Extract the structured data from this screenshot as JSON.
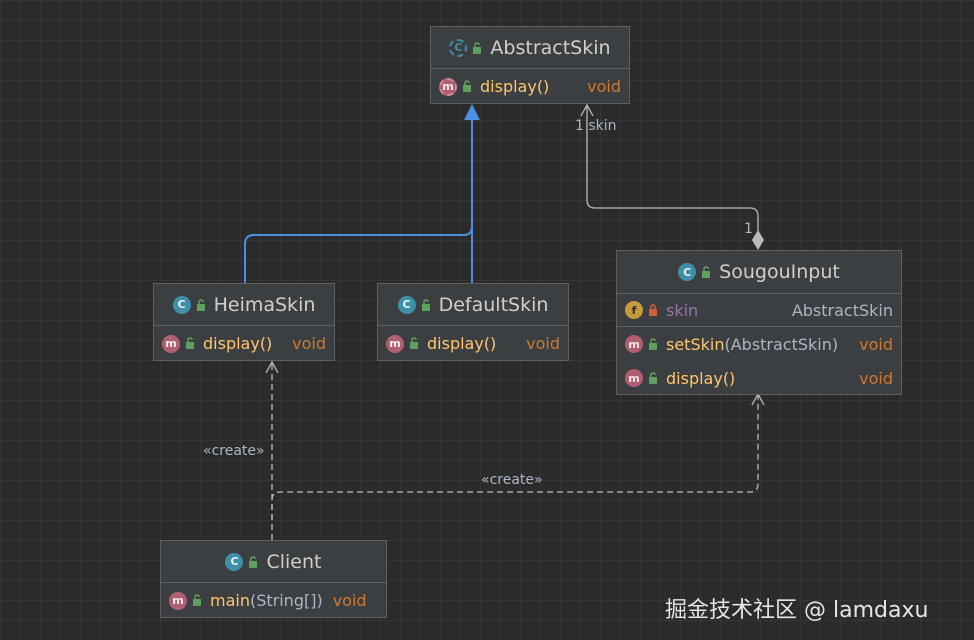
{
  "classes": {
    "abstract_skin": {
      "name": "AbstractSkin",
      "members": [
        {
          "name": "display()",
          "type": "void"
        }
      ]
    },
    "heima_skin": {
      "name": "HeimaSkin",
      "members": [
        {
          "name": "display()",
          "type": "void"
        }
      ]
    },
    "default_skin": {
      "name": "DefaultSkin",
      "members": [
        {
          "name": "display()",
          "type": "void"
        }
      ]
    },
    "sougou_input": {
      "name": "SougouInput",
      "field": {
        "name": "skin",
        "type": "AbstractSkin"
      },
      "members": [
        {
          "name": "setSkin",
          "params": "(AbstractSkin)",
          "type": "void"
        },
        {
          "name": "display()",
          "type": "void"
        }
      ]
    },
    "client": {
      "name": "Client",
      "members": [
        {
          "name": "main",
          "params": "(String[])",
          "type": "void"
        }
      ]
    }
  },
  "edges": {
    "aggregation": {
      "role_label": "1  skin",
      "multiplicity": "1"
    },
    "create_heima": "«create»",
    "create_sougou": "«create»"
  },
  "icons": {
    "class": "class-icon",
    "abstract_class": "abstract-class-icon",
    "method": "method-icon",
    "field": "field-icon",
    "public": "public-unlock-icon",
    "private": "private-lock-icon"
  },
  "colors": {
    "background": "#2b2b2b",
    "box": "#3c3f41",
    "method_name": "#ffc66d",
    "return_type": "#cc7832",
    "field_name": "#9876aa",
    "inheritance": "#4a8fe0",
    "relation": "#bbbbbb"
  },
  "watermark": "掘金技术社区 @ lamdaxu"
}
